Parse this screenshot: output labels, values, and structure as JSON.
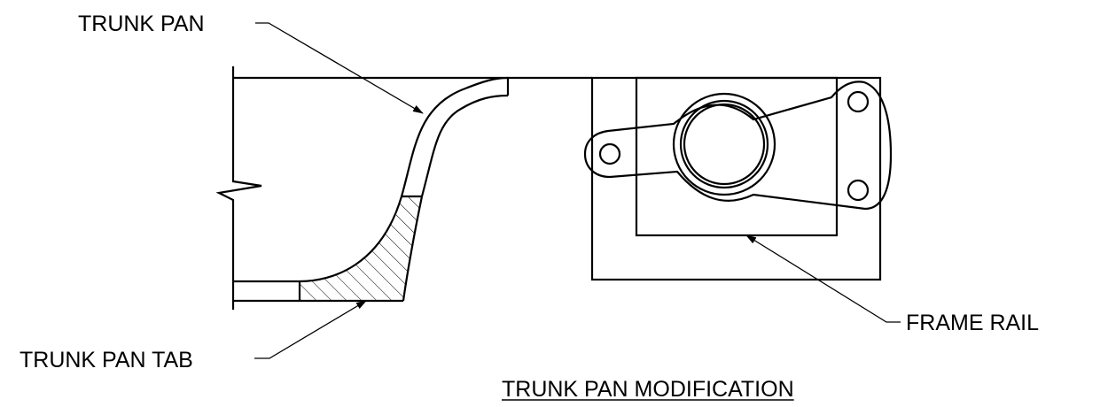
{
  "labels": {
    "trunk_pan": "TRUNK PAN",
    "trunk_pan_tab": "TRUNK PAN TAB",
    "frame_rail": "FRAME RAIL"
  },
  "title": "TRUNK PAN MODIFICATION"
}
